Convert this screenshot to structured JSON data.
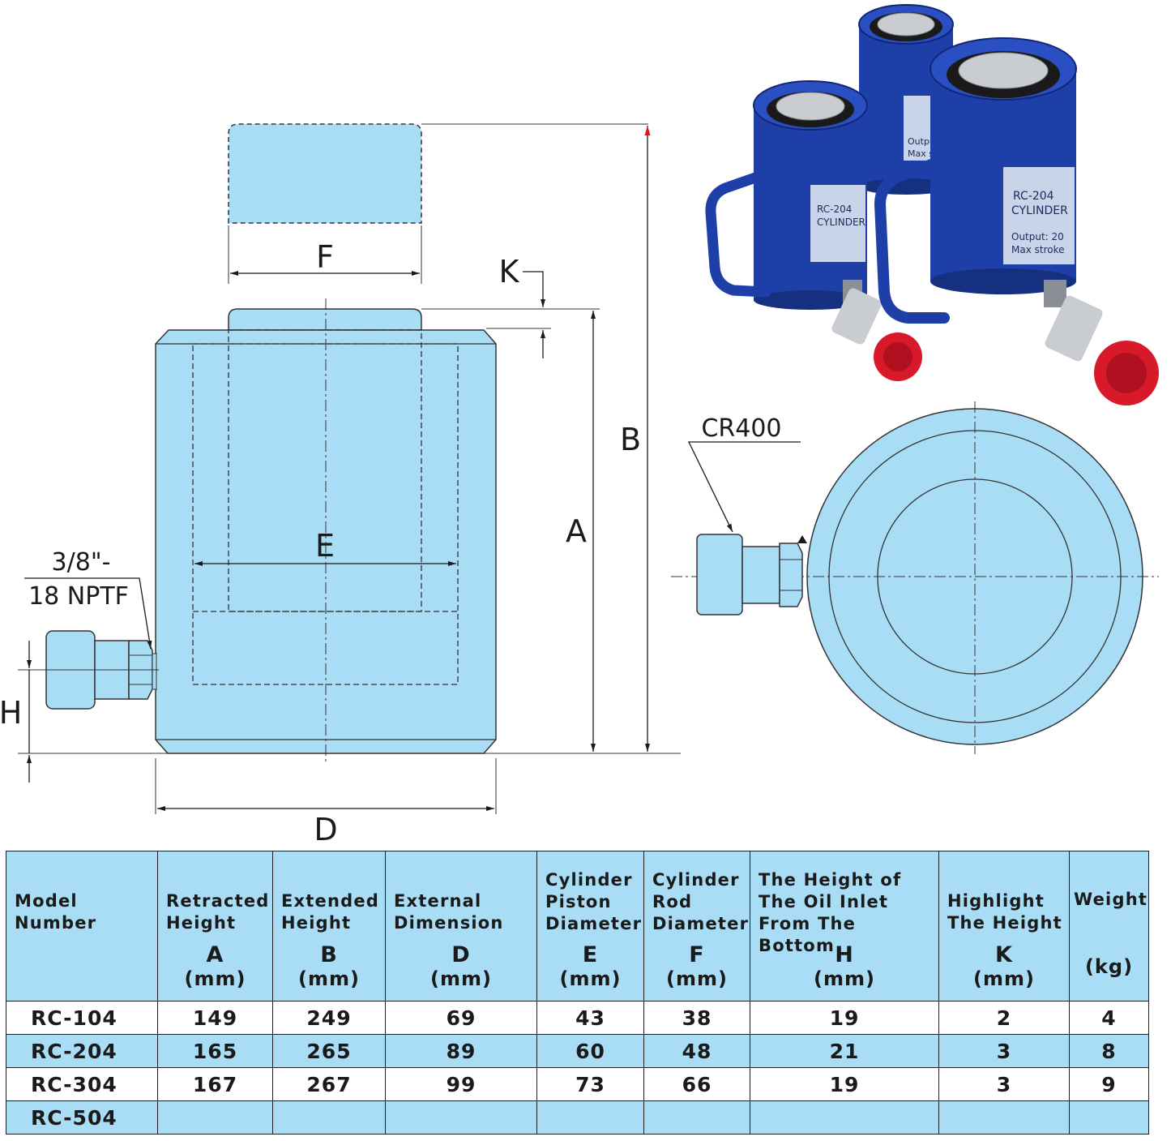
{
  "drawing": {
    "fill_color": "#a8ddf5",
    "accent_color": "#d8192a",
    "cylinder_blue": "#1f3fa8",
    "labels": {
      "F": "F",
      "K": "K",
      "B": "B",
      "A": "A",
      "E": "E",
      "D": "D",
      "H": "H",
      "port_line1": "3/8\"-",
      "port_line2": "18 NPTF",
      "radius": "CR400"
    },
    "product_labels": [
      "RC-204",
      "CYLINDER",
      "Output: 20",
      "Max stroke",
      "Outpu",
      "Max st"
    ]
  },
  "table": {
    "headers": [
      {
        "name": "Model\nNumber",
        "letter": "",
        "unit": ""
      },
      {
        "name": "Retracted\nHeight",
        "letter": "A",
        "unit": "(mm)"
      },
      {
        "name": "Extended\nHeight",
        "letter": "B",
        "unit": "(mm)"
      },
      {
        "name": "External\nDimension",
        "letter": "D",
        "unit": "(mm)"
      },
      {
        "name": "Cylinder\nPiston\nDiameter",
        "letter": "E",
        "unit": "(mm)"
      },
      {
        "name": "Cylinder\nRod\nDiameter",
        "letter": "F",
        "unit": "(mm)"
      },
      {
        "name": "The Height of\nThe Oil Inlet\nFrom The Bottom",
        "letter": "H",
        "unit": "(mm)"
      },
      {
        "name": "Highlight\nThe Height",
        "letter": "K",
        "unit": "(mm)"
      },
      {
        "name": "Weight",
        "letter": "",
        "unit": "(kg)"
      }
    ],
    "rows": [
      [
        "RC-104",
        "149",
        "249",
        "69",
        "43",
        "38",
        "19",
        "2",
        "4"
      ],
      [
        "RC-204",
        "165",
        "265",
        "89",
        "60",
        "48",
        "21",
        "3",
        "8"
      ],
      [
        "RC-304",
        "167",
        "267",
        "99",
        "73",
        "66",
        "19",
        "3",
        "9"
      ],
      [
        "RC-504",
        "",
        "",
        "",
        "",
        "",
        "",
        "",
        ""
      ]
    ]
  }
}
